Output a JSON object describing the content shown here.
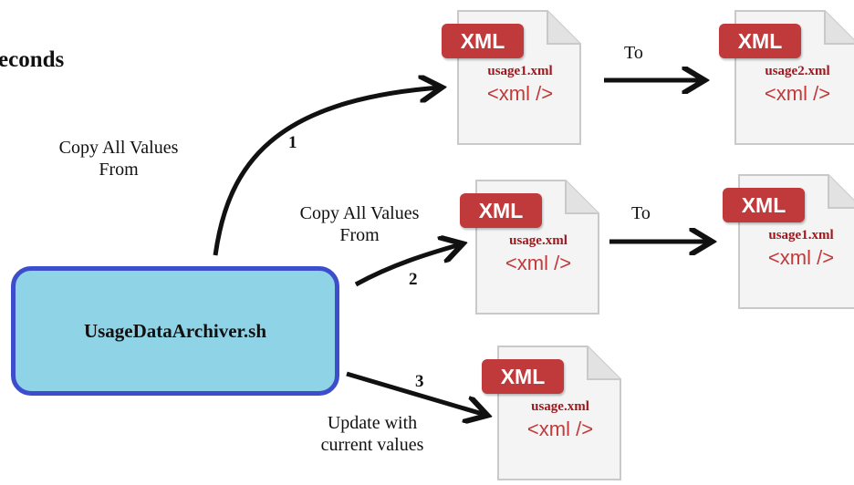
{
  "heading": "econds",
  "main_box": {
    "label": "UsageDataArchiver.sh"
  },
  "steps": [
    {
      "number": "1",
      "label_line1": "Copy All Values",
      "label_line2": "From"
    },
    {
      "number": "2",
      "label_line1": "Copy All Values",
      "label_line2": "From"
    },
    {
      "number": "3",
      "label_line1": "Update with",
      "label_line2": "current values"
    }
  ],
  "connectors": [
    {
      "label": "To"
    },
    {
      "label": "To"
    }
  ],
  "files": [
    {
      "badge": "XML",
      "filename": "usage1.xml",
      "tag": "<xml />"
    },
    {
      "badge": "XML",
      "filename": "usage2.xml",
      "tag": "<xml />"
    },
    {
      "badge": "XML",
      "filename": "usage.xml",
      "tag": "<xml />"
    },
    {
      "badge": "XML",
      "filename": "usage1.xml",
      "tag": "<xml />"
    },
    {
      "badge": "XML",
      "filename": "usage.xml",
      "tag": "<xml />"
    }
  ],
  "colors": {
    "box_fill": "#8fd3e6",
    "box_border": "#3d4ecc",
    "badge": "#c0393b",
    "filename": "#a3161b"
  }
}
